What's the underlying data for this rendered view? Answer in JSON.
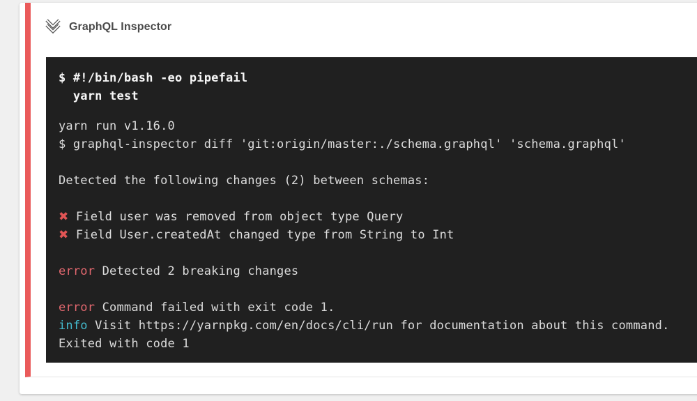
{
  "window": {
    "page_background": "#f0f0f0",
    "card_background": "#ffffff"
  },
  "step": {
    "title": "GraphQL Inspector",
    "accent_color": "#ea5a5a",
    "collapse_icon": "double-chevron-down-icon"
  },
  "terminal": {
    "background": "#202020",
    "text_color": "#dcdcdc",
    "bold_text_color": "#f7f7f7",
    "colors": {
      "xmark": "#e25555",
      "error": "#e3686f",
      "info": "#43b9cc"
    },
    "command_lines": [
      "$ #!/bin/bash -eo pipefail",
      "  yarn test"
    ],
    "output_lines": [
      [
        {
          "t": "yarn run v1.16.0"
        }
      ],
      [
        {
          "t": "$ graphql-inspector diff 'git:origin/master:./schema.graphql' 'schema.graphql'"
        }
      ],
      [],
      [
        {
          "t": "Detected the following changes (2) between schemas:"
        }
      ],
      [],
      [
        {
          "t": "✖",
          "c": "xmark"
        },
        {
          "t": " Field user was removed from object type Query"
        }
      ],
      [
        {
          "t": "✖",
          "c": "xmark"
        },
        {
          "t": " Field User.createdAt changed type from String to Int"
        }
      ],
      [],
      [
        {
          "t": "error",
          "c": "error"
        },
        {
          "t": " Detected 2 breaking changes"
        }
      ],
      [],
      [
        {
          "t": "error",
          "c": "error"
        },
        {
          "t": " Command failed with exit code 1."
        }
      ],
      [
        {
          "t": "info",
          "c": "info"
        },
        {
          "t": " Visit https://yarnpkg.com/en/docs/cli/run for documentation about this command."
        }
      ],
      [
        {
          "t": "Exited with code 1"
        }
      ]
    ]
  }
}
